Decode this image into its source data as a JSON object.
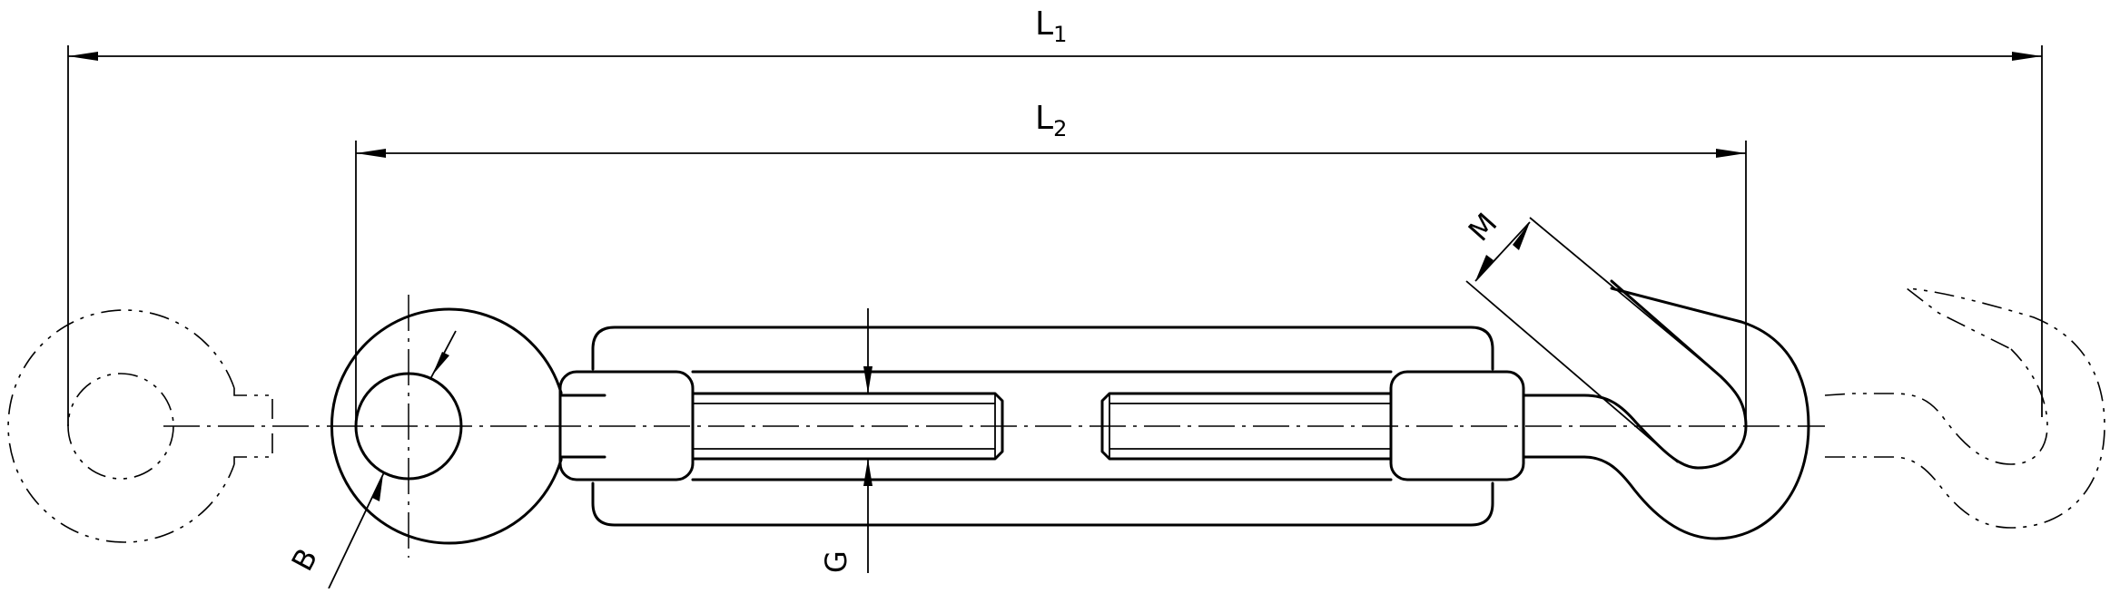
{
  "dimensions": {
    "overall_length": {
      "letter": "L",
      "subscript": "1"
    },
    "body_length": {
      "letter": "L",
      "subscript": "2"
    },
    "hook_opening": "M",
    "eye_diameter": "B",
    "thread": "G"
  }
}
